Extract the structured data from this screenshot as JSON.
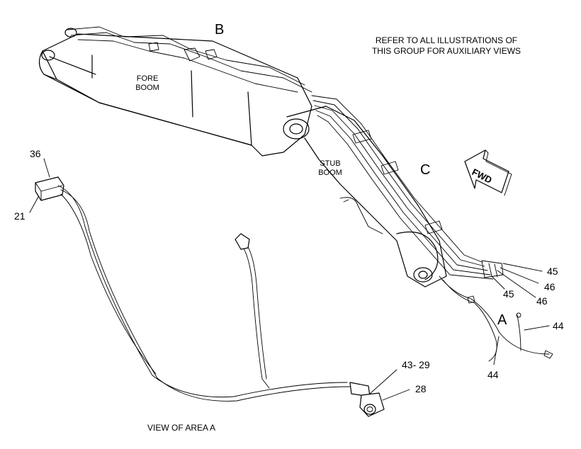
{
  "zones": {
    "b": "B",
    "c": "C",
    "a": "A"
  },
  "note": {
    "line1": "REFER TO ALL ILLUSTRATIONS OF",
    "line2": "THIS GROUP FOR AUXILIARY VIEWS"
  },
  "parts": {
    "fore_boom_line1": "FORE",
    "fore_boom_line2": "BOOM",
    "stub_boom_line1": "STUB",
    "stub_boom_line2": "BOOM"
  },
  "fwd_arrow": {
    "label": "FWD"
  },
  "callouts": {
    "c36": "36",
    "c21": "21",
    "c43_29": "43- 29",
    "c28": "28",
    "c45a": "45",
    "c46a": "46",
    "c45b": "45",
    "c46b": "46",
    "c44a": "44",
    "c44b": "44"
  },
  "view_caption": "VIEW OF AREA A"
}
